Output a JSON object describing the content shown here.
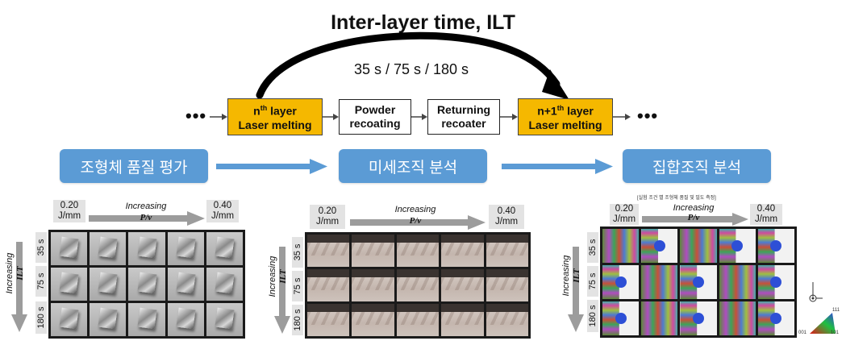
{
  "title": "Inter-layer time, ILT",
  "ilt_values": "35 s / 75 s / 180 s",
  "process": {
    "dots": "•••",
    "steps": [
      {
        "line1_base": "n",
        "line1_sup": "th",
        "line1_rest": " layer",
        "line2": "Laser melting",
        "highlight": true
      },
      {
        "line1": "Powder",
        "line2": "recoating",
        "highlight": false
      },
      {
        "line1": "Returning",
        "line2": "recoater",
        "highlight": false
      },
      {
        "line1_base": "n+1",
        "line1_sup": "th",
        "line1_rest": " layer",
        "line2": "Laser melting",
        "highlight": true
      }
    ]
  },
  "analyses": [
    {
      "label": "조형체 품질 평가"
    },
    {
      "label": "미세조직 분석"
    },
    {
      "label": "집합조직 분석"
    }
  ],
  "panels": [
    {
      "pw_low": [
        "0.20",
        "J/mm"
      ],
      "pw_high": [
        "0.40",
        "J/mm"
      ],
      "increasing": "Increasing",
      "pv": "P/v",
      "rows": [
        "35 s",
        "75 s",
        "180 s"
      ],
      "vertical_label_1": "Increasing",
      "vertical_label_2": "ILT"
    },
    {
      "pw_low": [
        "0.20",
        "J/mm"
      ],
      "pw_high": [
        "0.40",
        "J/mm"
      ],
      "increasing": "Increasing",
      "pv": "P/v",
      "rows": [
        "35 s",
        "75 s",
        "180 s"
      ],
      "vertical_label_1": "Increasing",
      "vertical_label_2": "ILT"
    },
    {
      "caption": "[실험 조건  별 조형체 품질 및 밀도 측정]",
      "pw_low": [
        "0.20",
        "J/mm"
      ],
      "pw_high": [
        "0.40",
        "J/mm"
      ],
      "increasing": "Increasing",
      "pv": "P/v",
      "rows": [
        "35 s",
        "75 s",
        "180 s"
      ],
      "vertical_label_1": "Increasing",
      "vertical_label_2": "ILT"
    }
  ],
  "ipf_legend": {
    "corner_001": "001",
    "corner_101": "101",
    "corner_111": "111"
  },
  "colors": {
    "highlight": "#f5b800",
    "analysis_box": "#5b9bd5",
    "arrow_blue": "#5b9bd5",
    "arrow_gray": "#9c9c9c"
  }
}
